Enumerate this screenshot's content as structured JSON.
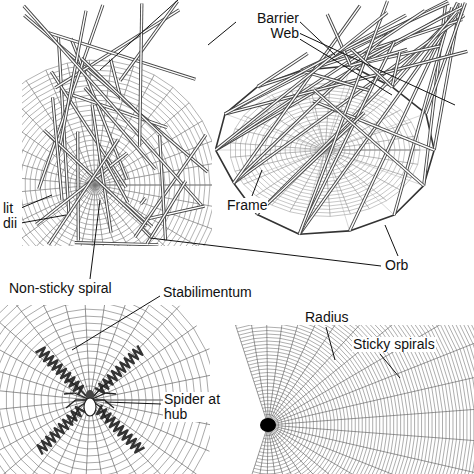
{
  "diagram": {
    "labels": [
      "Barrier Web",
      "lit dii",
      "Frame",
      "Orb",
      "Non-sticky spiral",
      "Stabilimentum",
      "Radius",
      "Sticky spirals",
      "Spider at hub"
    ]
  }
}
